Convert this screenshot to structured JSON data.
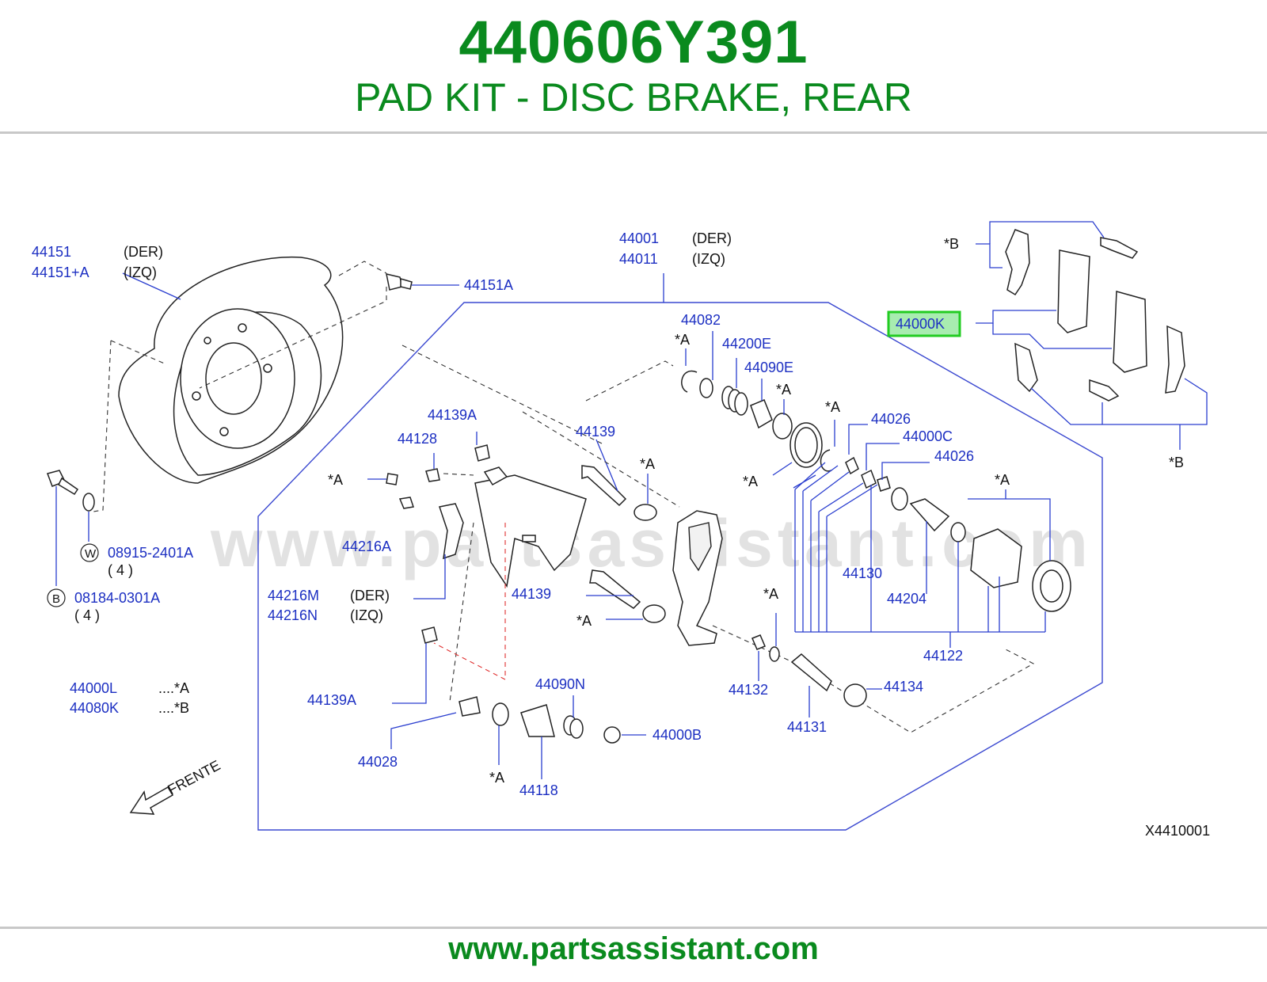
{
  "header": {
    "part_number": "440606Y391",
    "title": "PAD KIT - DISC BRAKE, REAR"
  },
  "colors": {
    "brand_green": "#0a8a1e",
    "label_blue": "#1c2fc2",
    "highlight_green": "#22cc22",
    "highlight_fill": "#a8ecb0"
  },
  "diagram": {
    "watermark": "www.partsassistant.com",
    "code": "X4410001",
    "frente": "FRENTE",
    "labels": {
      "p44151": "44151",
      "p44151_side": "(DER)",
      "p44151a_plus": "44151+A",
      "p44151a_plus_side": "(IZQ)",
      "p44151A": "44151A",
      "p44001": "44001",
      "p44001_side": "(DER)",
      "p44011": "44011",
      "p44011_side": "(IZQ)",
      "p44082": "44082",
      "star_a1": "*A",
      "p44200E": "44200E",
      "p44090E": "44090E",
      "star_a2": "*A",
      "star_a3": "*A",
      "p44026a": "44026",
      "p44000C": "44000C",
      "p44026b": "44026",
      "star_a4": "*A",
      "star_a5": "*A",
      "p44139A_top": "44139A",
      "p44128": "44128",
      "p44139_top": "44139",
      "star_a6": "*A",
      "star_a7": "*A",
      "p44216A": "44216A",
      "p44216M": "44216M",
      "p44216M_side": "(DER)",
      "p44216N": "44216N",
      "p44216N_side": "(IZQ)",
      "p44139_mid": "44139",
      "star_a8": "*A",
      "star_a9": "*A",
      "p44130": "44130",
      "p44204": "44204",
      "p44122": "44122",
      "p44132": "44132",
      "p44134": "44134",
      "p44131": "44131",
      "p44139A_bot": "44139A",
      "p44090N": "44090N",
      "p44000B": "44000B",
      "p44028": "44028",
      "star_a10": "*A",
      "p44118": "44118",
      "w_circle": "W",
      "p08915": "08915-2401A",
      "qty_w": "( 4 )",
      "b_circle": "B",
      "p08184": "08184-0301A",
      "qty_b": "( 4 )",
      "p44000L": "44000L",
      "p44000L_ref": "....*A",
      "p44080K": "44080K",
      "p44080K_ref": "....*B",
      "star_b_top": "*B",
      "star_b_bot": "*B",
      "p44000K": "44000K"
    }
  },
  "footer": {
    "url": "www.partsassistant.com"
  }
}
